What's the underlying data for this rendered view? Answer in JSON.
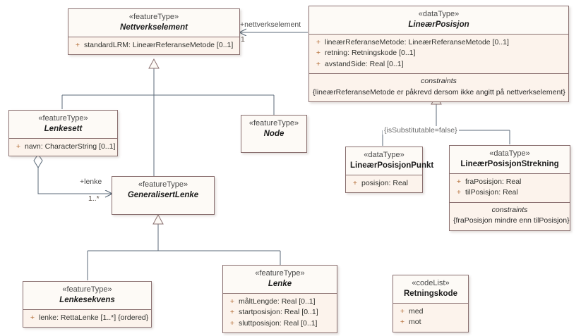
{
  "diagram": {
    "type": "uml-class-diagram",
    "title": "Lineær referanse / Nettverkselement",
    "background": "#ffffff",
    "colors": {
      "box_border": "#8a7070",
      "box_header_fill": "#fdfaf6",
      "box_compartment_fill": "#fcf3ec",
      "connector": "#5b6a78",
      "visibility_marker": "#b06830",
      "text": "#2b2b2b"
    }
  },
  "classes": {
    "nettverkselement": {
      "stereotype": "«featureType»",
      "name": "Nettverkselement",
      "abstract": true,
      "attributes": [
        {
          "visibility": "+",
          "text": "standardLRM: LineærReferanseMetode [0..1]"
        }
      ]
    },
    "linearposisjon": {
      "stereotype": "«dataType»",
      "name": "LineærPosisjon",
      "abstract": true,
      "attributes": [
        {
          "visibility": "+",
          "text": "lineærReferanseMetode: LineærReferanseMetode [0..1]"
        },
        {
          "visibility": "+",
          "text": "retning: Retningskode [0..1]"
        },
        {
          "visibility": "+",
          "text": "avstandSide: Real [0..1]"
        }
      ],
      "constraints": {
        "title": "constraints",
        "body": "{lineærReferanseMetode er påkrevd dersom ikke angitt på nettverkselement}"
      }
    },
    "lenkesett": {
      "stereotype": "«featureType»",
      "name": "Lenkesett",
      "abstract": true,
      "attributes": [
        {
          "visibility": "+",
          "text": "navn: CharacterString [0..1]"
        }
      ]
    },
    "node": {
      "stereotype": "«featureType»",
      "name": "Node",
      "abstract": true,
      "attributes": []
    },
    "linearposisjonpunkt": {
      "stereotype": "«dataType»",
      "name": "LineærPosisjonPunkt",
      "abstract": false,
      "attributes": [
        {
          "visibility": "+",
          "text": "posisjon: Real"
        }
      ]
    },
    "linearposisjonstrekning": {
      "stereotype": "«dataType»",
      "name": "LineærPosisjonStrekning",
      "abstract": false,
      "attributes": [
        {
          "visibility": "+",
          "text": "fraPosisjon: Real"
        },
        {
          "visibility": "+",
          "text": "tilPosisjon: Real"
        }
      ],
      "constraints": {
        "title": "constraints",
        "body": "{fraPosisjon mindre enn tilPosisjon}"
      }
    },
    "generalisertlenke": {
      "stereotype": "«featureType»",
      "name": "GeneralisertLenke",
      "abstract": true,
      "attributes": []
    },
    "lenkesekvens": {
      "stereotype": "«featureType»",
      "name": "Lenkesekvens",
      "abstract": true,
      "attributes": [
        {
          "visibility": "+",
          "text": "lenke: RettaLenke [1..*] {ordered}"
        }
      ]
    },
    "lenke": {
      "stereotype": "«featureType»",
      "name": "Lenke",
      "abstract": true,
      "attributes": [
        {
          "visibility": "+",
          "text": "måltLengde: Real [0..1]"
        },
        {
          "visibility": "+",
          "text": "startposisjon: Real [0..1]"
        },
        {
          "visibility": "+",
          "text": "sluttposisjon: Real [0..1]"
        }
      ]
    },
    "retningskode": {
      "stereotype": "«codeList»",
      "name": "Retningskode",
      "abstract": false,
      "attributes": [
        {
          "visibility": "+",
          "text": "med"
        },
        {
          "visibility": "+",
          "text": "mot"
        }
      ]
    }
  },
  "connectors": {
    "nettverkselement_role": "+nettverkselement",
    "nettverkselement_mult": "1",
    "lenke_role": "+lenke",
    "lenke_mult": "1..*",
    "substitutable_tag": "{isSubstitutable=false}"
  }
}
